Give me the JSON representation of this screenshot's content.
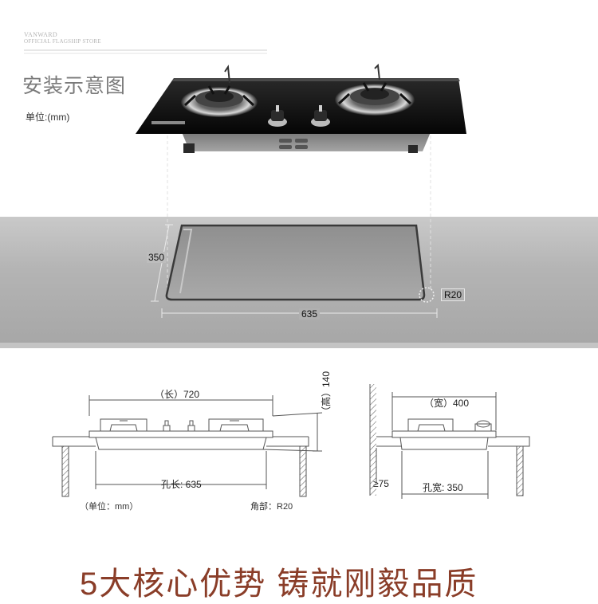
{
  "header": {
    "brand_line1": "VANWARD",
    "brand_line2": "OFFICIAL FLAGSHIP STORE",
    "title": "安装示意图",
    "unit": "单位:(mm)"
  },
  "cutout": {
    "height_label": "350",
    "width_label": "635",
    "radius_label": "R20"
  },
  "front_view": {
    "length_label": "（长）720",
    "height_label": "（高）140",
    "hole_length_label": "孔长: 635",
    "unit_label": "（单位：mm）",
    "corner_label": "角部：R20"
  },
  "side_view": {
    "width_label": "（宽）400",
    "min_label": "≥75",
    "hole_width_label": "孔宽: 350"
  },
  "footer": {
    "headline": "5大核心优势 铸就刚毅品质"
  },
  "colors": {
    "counter": "#b4b4b4",
    "glass": "#111111",
    "headline": "#8a3d28",
    "line": "#555555"
  }
}
